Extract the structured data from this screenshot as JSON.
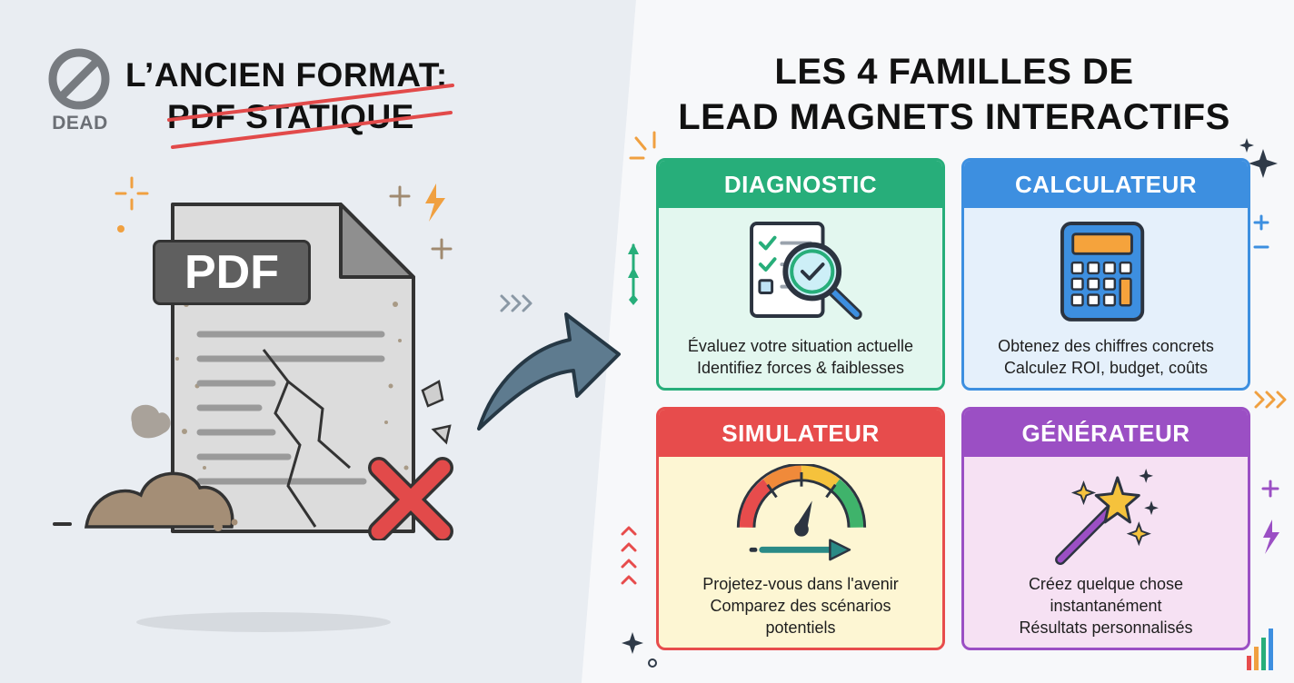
{
  "left": {
    "dead_label": "DEAD",
    "title_line1": "L’ANCIEN FORMAT:",
    "title_line2": "PDF STATIQUE",
    "pdf_label": "PDF"
  },
  "right": {
    "title_line1": "LES 4 FAMILLES DE",
    "title_line2": "LEAD MAGNETS INTERACTIFS"
  },
  "cards": [
    {
      "title": "DIAGNOSTIC",
      "lines": [
        "Évaluez votre situation actuelle",
        "Identifiez forces & faiblesses"
      ],
      "header_color": "#27ae7a",
      "body_color": "#e3f7ef",
      "icon": "checklist-magnifier-icon"
    },
    {
      "title": "CALCULATEUR",
      "lines": [
        "Obtenez des chiffres concrets",
        "Calculez ROI, budget, coûts"
      ],
      "header_color": "#3d8fe0",
      "body_color": "#e5f0fb",
      "icon": "calculator-icon"
    },
    {
      "title": "SIMULATEUR",
      "lines": [
        "Projetez-vous dans l'avenir",
        "Comparez des scénarios",
        "potentiels"
      ],
      "header_color": "#e74c4c",
      "body_color": "#fdf6d3",
      "icon": "speedometer-icon"
    },
    {
      "title": "GÉNÉRATEUR",
      "lines": [
        "Créez quelque chose",
        "instantanément",
        "Résultats personnalisés"
      ],
      "header_color": "#9b4fc4",
      "body_color": "#f6e1f3",
      "icon": "magic-wand-icon"
    }
  ]
}
